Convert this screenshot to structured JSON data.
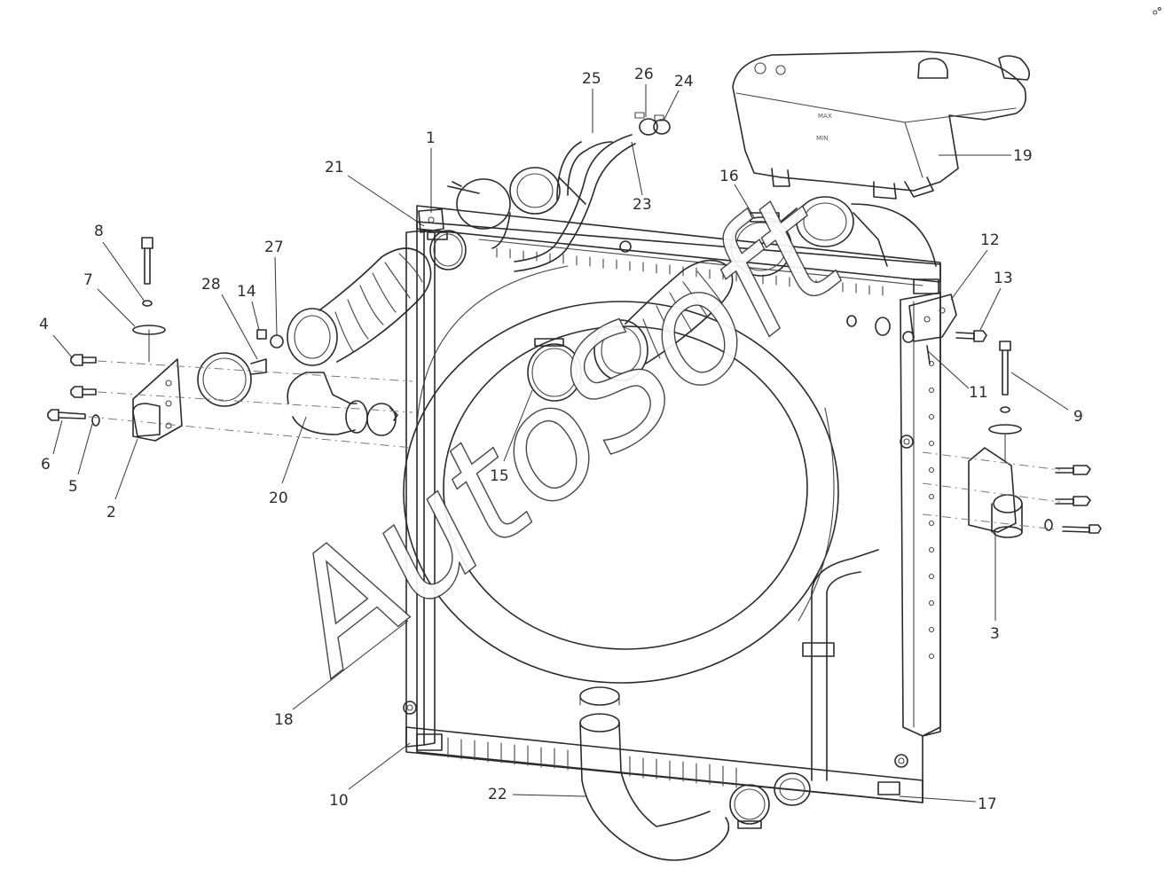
{
  "watermark": {
    "text": "AutoSoft"
  },
  "callouts": {
    "c1": "1",
    "c2": "2",
    "c3": "3",
    "c4": "4",
    "c5": "5",
    "c6": "6",
    "c7": "7",
    "c8": "8",
    "c9": "9",
    "c10": "10",
    "c11": "11",
    "c12": "12",
    "c13": "13",
    "c14": "14",
    "c15": "15",
    "c16": "16",
    "c17": "17",
    "c18": "18",
    "c19": "19",
    "c20": "20",
    "c21": "21",
    "c22": "22",
    "c23": "23",
    "c24": "24",
    "c25": "25",
    "c26": "26",
    "c27": "27",
    "c28": "28"
  },
  "tank_marks": {
    "max": "MAX",
    "min": "MIN"
  }
}
